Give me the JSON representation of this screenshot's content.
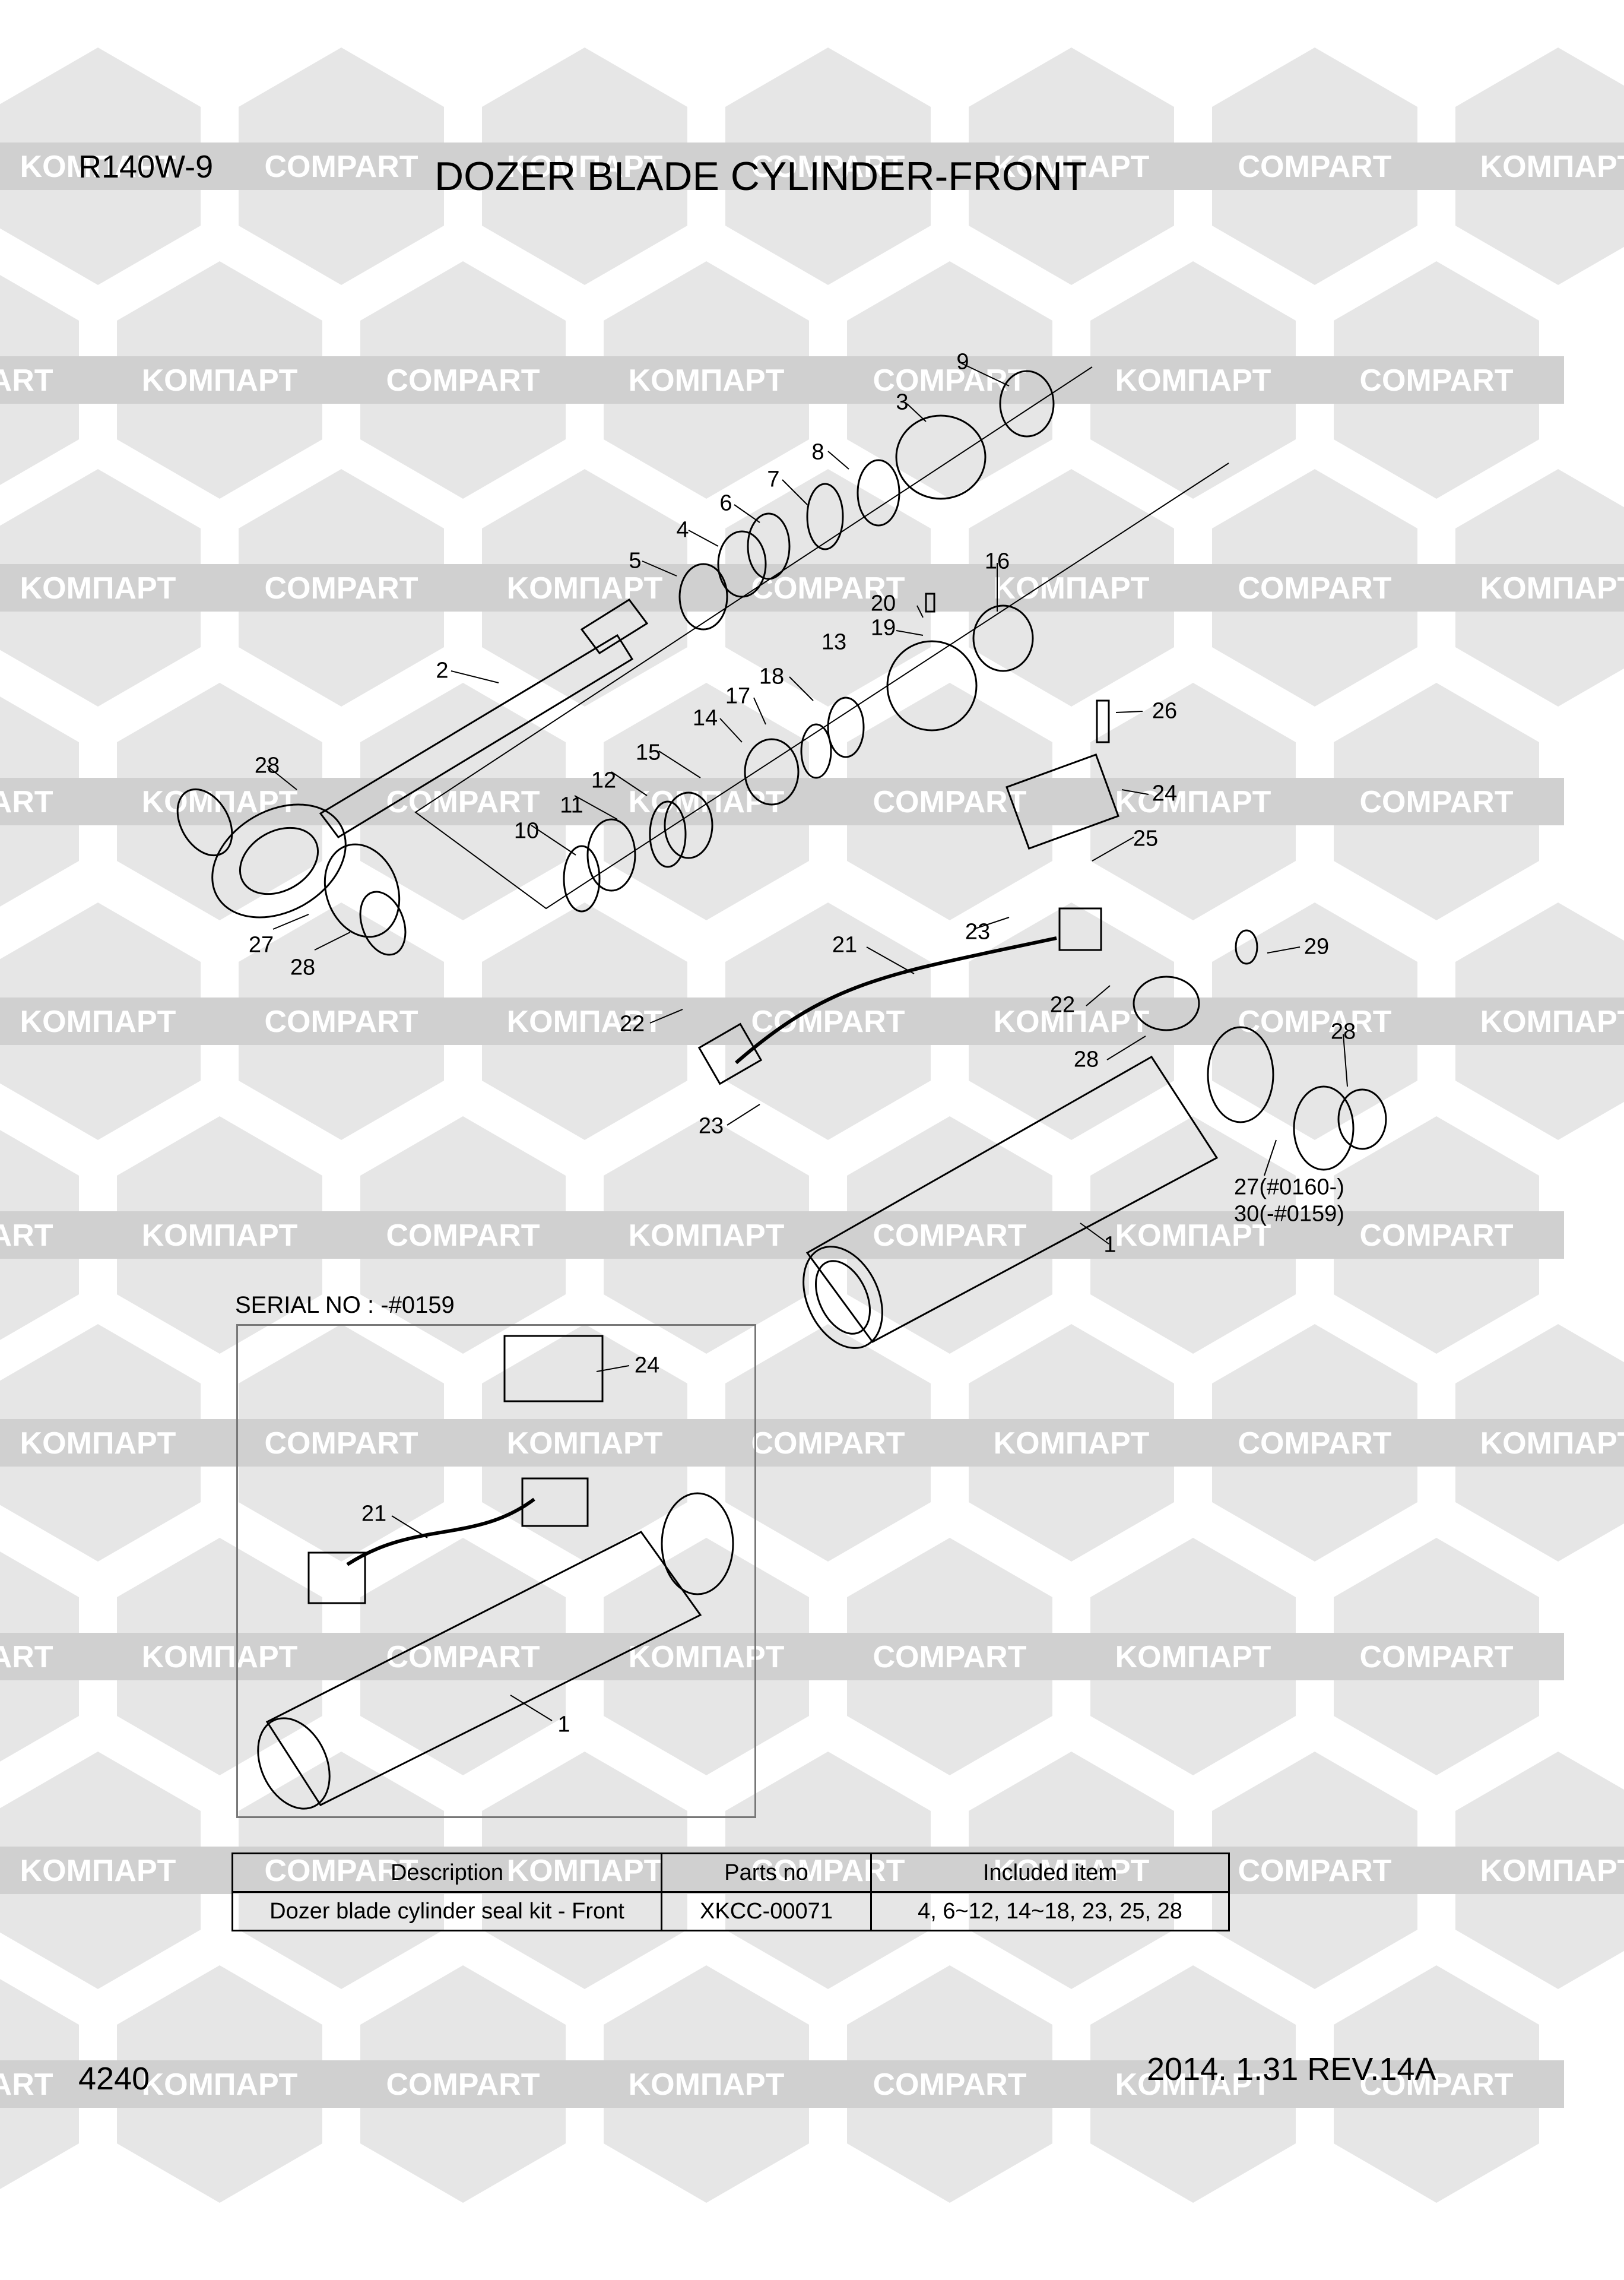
{
  "header": {
    "model": "R140W-9",
    "title": "DOZER BLADE CYLINDER-FRONT"
  },
  "watermark": {
    "left_text": "KOMΠAPT",
    "right_text": "COMPART"
  },
  "callouts": {
    "c9": "9",
    "c3": "3",
    "c8": "8",
    "c7": "7",
    "c6": "6",
    "c4": "4",
    "c5": "5",
    "c16": "16",
    "c20": "20",
    "c19": "19",
    "c13": "13",
    "c18": "18",
    "c17": "17",
    "c14": "14",
    "c15": "15",
    "c12": "12",
    "c11": "11",
    "c10": "10",
    "c2": "2",
    "c28a": "28",
    "c27a": "27",
    "c28b": "28",
    "c26": "26",
    "c24": "24",
    "c25": "25",
    "c23a": "23",
    "c21": "21",
    "c29": "29",
    "c22a": "22",
    "c22b": "22",
    "c28c": "28",
    "c28d": "28",
    "c23b": "23",
    "c27b": "27(#0160-)",
    "c30": "30(-#0159)",
    "c1": "1",
    "s24": "24",
    "s21": "21",
    "s1": "1"
  },
  "serial_box": {
    "label": "SERIAL NO : -#0159"
  },
  "kit_table": {
    "headers": {
      "description": "Description",
      "parts_no": "Parts no",
      "included": "Included item"
    },
    "row": {
      "description": "Dozer blade cylinder seal kit - Front",
      "parts_no": "XKCC-00071",
      "included": "4, 6~12, 14~18, 23, 25, 28"
    }
  },
  "footer": {
    "page": "4240",
    "date_rev": "2014. 1.31  REV.14A"
  }
}
